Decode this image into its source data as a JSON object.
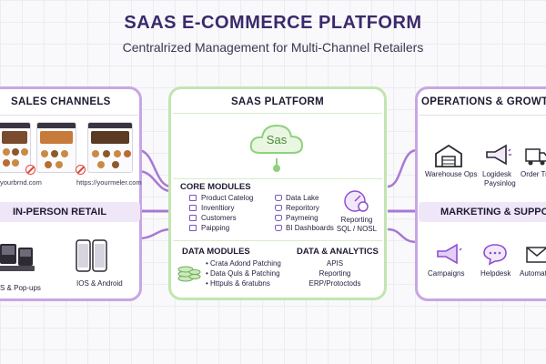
{
  "title": "SAAS E-COMMERCE PLATFORM",
  "subtitle": "Centralrized Management for Multi-Channel Retailers",
  "colors": {
    "title": "#3b2a6b",
    "side_border": "#c8a6e3",
    "center_border": "#c2e5b0",
    "accent_purple": "#8e4fcf",
    "cloud_green": "#8fd17c",
    "badge_red": "#e0463a"
  },
  "left": {
    "heading": "SALES CHANNELS",
    "url_left": "yourbrnd.com",
    "url_right": "https://yourmeler.com",
    "retail_heading": "IN-PERSON RETAIL",
    "device_left": "iOS & Pop-ups",
    "device_right": "IOS & Android"
  },
  "center": {
    "heading": "SAAS PLATFORM",
    "cloud_label": "Sas",
    "core_heading": "CORE MODULES",
    "core_col1": [
      "Product Catelog",
      "Invenltiory",
      "Customers",
      "Paipping"
    ],
    "core_col2": [
      "Data Lake",
      "Reporitory",
      "Paymeing",
      "BI Dashboards"
    ],
    "reporting_label": "Reporting",
    "reporting_sub": "SQL / NOSL",
    "data_heading": "DATA MODULES",
    "data_items": [
      "Crata Adond Patching",
      "Data Quls & Patching",
      "Httpuls & 6ratubns"
    ],
    "analytics_heading": "DATA & ANALYTICS",
    "analytics_items": [
      "APIS",
      "Reporting",
      "ERP/Protoctods"
    ]
  },
  "right": {
    "heading": "OPERATIONS & GROWTH",
    "ops_items": [
      "Warehouse Ops",
      "Logidesk",
      "Paysinlog",
      "Order Tra"
    ],
    "marketing_heading": "MARKETING & SUPPORT",
    "marketing_items": [
      "Campaigns",
      "Helpdesk",
      "Automat"
    ]
  },
  "icons": [
    "thumbnail-storefront",
    "no-entry-badge",
    "pos-terminal-icon",
    "smartphone-icon",
    "cloud-icon",
    "box-icon",
    "database-icon",
    "gauge-icon",
    "coins-stack-icon",
    "warehouse-icon",
    "megaphone-icon",
    "delivery-truck-icon",
    "chat-bubble-icon",
    "envelope-icon"
  ]
}
